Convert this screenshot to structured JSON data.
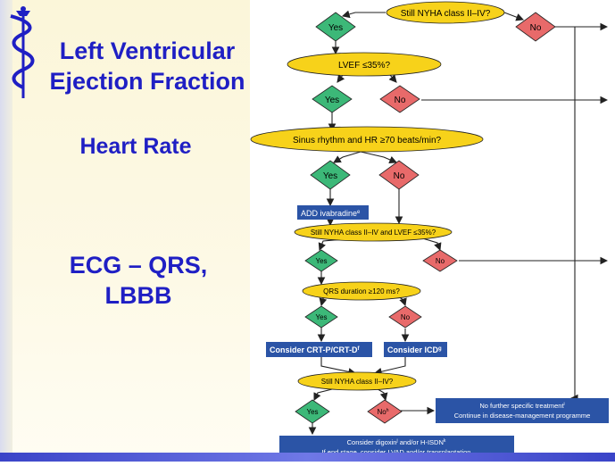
{
  "slide": {
    "lvef_lines": [
      "Left Ventricular",
      "Ejection Fraction"
    ],
    "heart_rate": "Heart Rate",
    "ecg_lines": [
      "ECG – QRS,",
      "LBBB"
    ],
    "accent_color": "#1f1fc4"
  },
  "flowchart": {
    "q_nyha1": "Still NYHA class II–IV?",
    "yes1": "Yes",
    "no1": "No",
    "q_lvef": "LVEF ≤35%?",
    "yes2": "Yes",
    "no2": "No",
    "q_sinus": "Sinus rhythm and HR ≥70 beats/min?",
    "yes3": "Yes",
    "no3": "No",
    "add_ivabradine": "ADD ivabradine",
    "add_ivabradine_sup": "e",
    "q_nyha2": "Still NYHA class II–IV and LVEF ≤35%?",
    "yes4": "Yes",
    "no4": "No",
    "q_qrs": "QRS duration ≥120 ms?",
    "yes5": "Yes",
    "no5": "No",
    "crt": "Consider CRT-P/CRT-D",
    "crt_sup": "f",
    "icd": "Consider ICD",
    "icd_sup": "g",
    "q_nyha3": "Still NYHA class II–IV?",
    "yes6": "Yes",
    "no6": "No",
    "no6_sup": "h",
    "nofurther_line1": "No further specific treatment",
    "nofurther_line1_sup": "i",
    "nofurther_line2": "Continue in disease-management programme",
    "digoxin_line1_a": "Consider digoxin",
    "digoxin_line1_sup1": "j",
    "digoxin_line1_b": " and/or H-ISDN",
    "digoxin_line1_sup2": "k",
    "digoxin_line2_a": "If ",
    "digoxin_line2_u": "end stage",
    "digoxin_line2_b": ", consider LVAD and/or transplantation",
    "colors": {
      "decision": "#f7d21a",
      "yes": "#3cb878",
      "no": "#e86a6a",
      "action": "#2b54a6",
      "line": "#222222"
    }
  }
}
